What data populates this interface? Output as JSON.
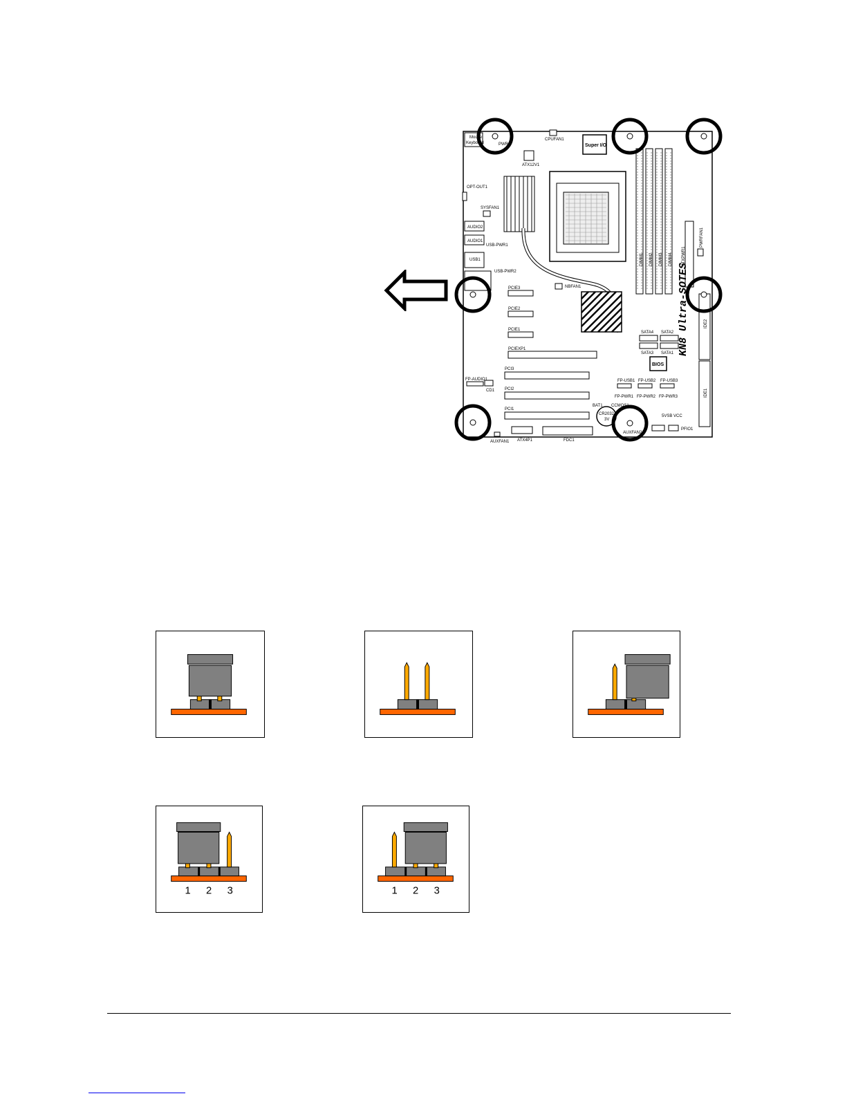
{
  "board": {
    "model_label": "KN8 Ultra-SOTES",
    "labels": {
      "mouse": "Mouse",
      "keyboard": "Keyboard",
      "pwr": "PWR1",
      "cpufan": "CPUFAN1",
      "superio": "Super I/O",
      "atx12v": "ATX12V1",
      "optout": "OPT-OUT1",
      "sysfan": "SYSFAN1",
      "audio2": "AUDIO2",
      "audio1": "AUDIO1",
      "usbpwr1": "USB-PWR1",
      "usb1": "USB1",
      "usbpwr2": "USB-PWR2",
      "nbfan": "NBFAN1",
      "pcie3": "PCIE3",
      "pcie2": "PCIE2",
      "pcie1": "PCIE1",
      "pciexp1": "PCIEXP1",
      "pci3": "PCI3",
      "pci2": "PCI2",
      "pci1": "PCI1",
      "fpaudio": "FP-AUDIO1",
      "cd1": "CD1",
      "auxfan1": "AUXFAN1",
      "atx4p": "ATX4P1",
      "fdc1": "FDC1",
      "bat1": "BAT1",
      "battery": "CR2032",
      "battery_v": "3V",
      "ccmos": "CCMOS1",
      "auxfan2": "AUXFAN2",
      "sata4": "SATA4",
      "sata2": "SATA2",
      "sata3": "SATA3",
      "sata1": "SATA1",
      "bios": "BIOS",
      "fpusb1": "FP-USB1",
      "fpusb2": "FP-USB2",
      "fpusb3": "FP-USB3",
      "fppwr1": "FP-PWR1",
      "fppwr2": "FP-PWR2",
      "fppwr3": "FP-PWR3",
      "vcc": "5VSB  VCC",
      "pfio": "PFIO1",
      "ide2": "IDE2",
      "ide1": "IDE1",
      "atxpwr": "ATXPWR1",
      "pwrfan": "PWRFAN1",
      "dimm1": "DIMM1",
      "dimm2": "DIMM2",
      "dimm3": "DIMM3",
      "dimm4": "DIMM4"
    }
  },
  "jumpers": {
    "pin_numbers": [
      "1",
      "2",
      "3"
    ]
  },
  "colors": {
    "header_base": "#ff6600",
    "pin_gold": "#ffaa00",
    "jumper_cap": "#808080"
  }
}
